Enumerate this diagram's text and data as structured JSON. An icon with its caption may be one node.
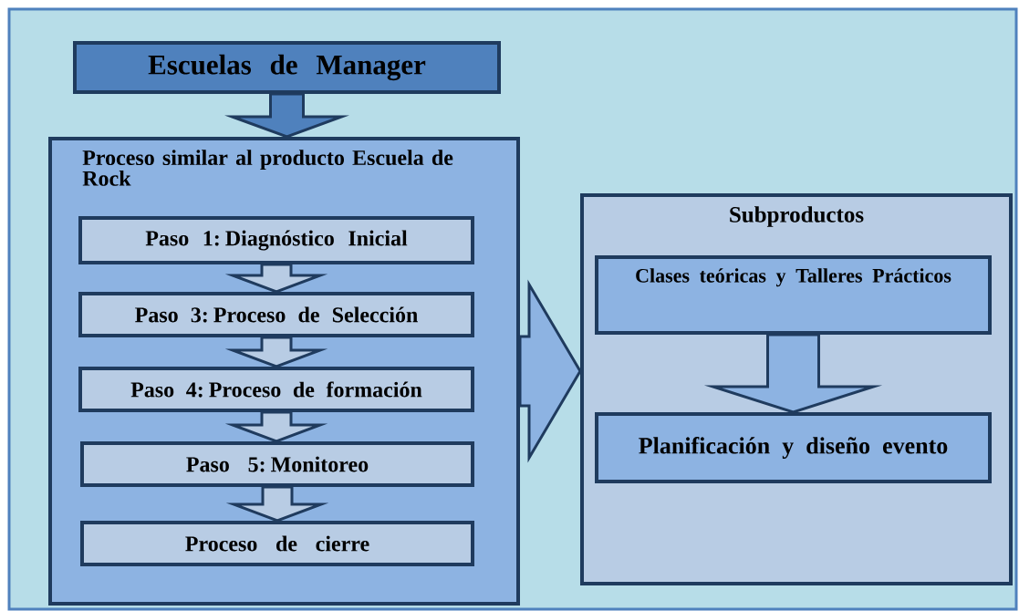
{
  "diagram": {
    "nodes": [
      {
        "text": [
          "Escuelas de Manager"
        ]
      },
      {
        "text": [
          "Proceso similar al producto Escuela de Rock"
        ]
      },
      {
        "text": [
          "Paso 1: Diagnóstico Inicial"
        ],
        "in": 1
      },
      {
        "text": [
          "Paso 3: Proceso de Selección"
        ],
        "in": 1
      },
      {
        "text": [
          "Paso 4: Proceso de formación"
        ],
        "in": 1
      },
      {
        "text": [
          "Paso 5: Monitoreo"
        ],
        "in": 1
      },
      {
        "text": [
          "Proceso de cierre"
        ],
        "in": 1
      },
      {
        "text": [
          "Subproductos"
        ]
      },
      {
        "text": [
          "Clases teóricas y Talleres Prácticos"
        ],
        "in": 7
      },
      {
        "text": [
          "Planificación y diseño evento"
        ],
        "in": 7
      }
    ],
    "edges": [
      {
        "from": 0,
        "to": 1,
        "arrow": "to"
      },
      {
        "from": 2,
        "to": 3,
        "arrow": "to"
      },
      {
        "from": 3,
        "to": 4,
        "arrow": "to"
      },
      {
        "from": 4,
        "to": 5,
        "arrow": "to"
      },
      {
        "from": 5,
        "to": 6,
        "arrow": "to"
      },
      {
        "from": 1,
        "to": 7,
        "arrow": "to"
      },
      {
        "from": 8,
        "to": 9,
        "arrow": "to"
      }
    ]
  }
}
